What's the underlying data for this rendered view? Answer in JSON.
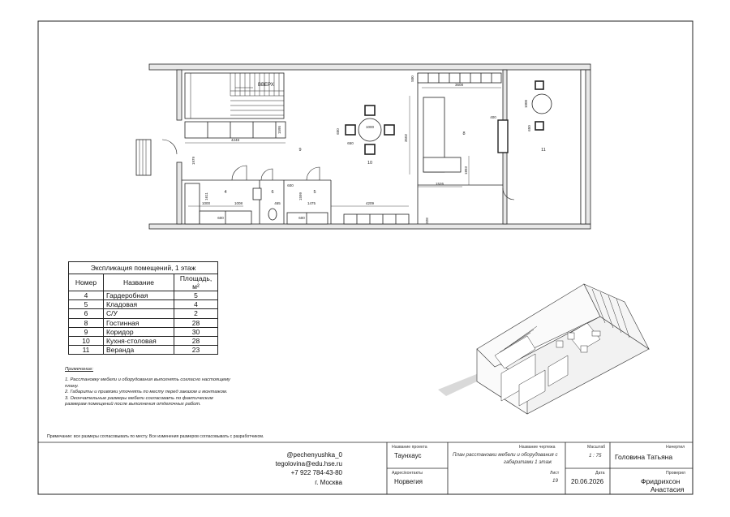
{
  "plan": {
    "labels": {
      "up": "ВВЕРХ",
      "room_numbers": [
        "9",
        "10",
        "8",
        "11",
        "4",
        "6",
        "5"
      ],
      "dims": [
        "4248",
        "4209",
        "3608",
        "3502",
        "1526",
        "1893",
        "400",
        "1000",
        "1979",
        "1611",
        "1000",
        "1008",
        "465",
        "1599",
        "1475",
        "600",
        "600",
        "600",
        "1595",
        "650",
        "650",
        "1000",
        "500",
        "328",
        "650"
      ]
    }
  },
  "explication": {
    "title": "Экспликация помещений, 1 этаж",
    "headers": [
      "Номер",
      "Название",
      "Площадь, м²"
    ],
    "rows": [
      {
        "num": "4",
        "name": "Гардеробная",
        "area": "5"
      },
      {
        "num": "5",
        "name": "Кладовая",
        "area": "4"
      },
      {
        "num": "6",
        "name": "С/У",
        "area": "2"
      },
      {
        "num": "8",
        "name": "Гостинная",
        "area": "28"
      },
      {
        "num": "9",
        "name": "Коридор",
        "area": "30"
      },
      {
        "num": "10",
        "name": "Кухня-столовая",
        "area": "28"
      },
      {
        "num": "11",
        "name": "Веранда",
        "area": "23"
      }
    ]
  },
  "notes": {
    "heading": "Примечание:",
    "items": [
      "1. Расстановку мебели и оборудования выполнять согласно настоящему плану.",
      "2. Габариты и привязки уточнять по месту перед заказом и монтажом.",
      "3. Окончательные размеры мебели согласовать по фактическим размерам помещений после выполнения отделочных работ."
    ]
  },
  "bottom_note": "Примечание: все размеры согласовывать по месту. Все изменения размеров согласовывать с разработчиком.",
  "titleblock": {
    "contacts": [
      "@pechenyushka_0",
      "tegolovina@edu.hse.ru",
      "+7 922 784-43-80",
      "г. Москва"
    ],
    "project_label": "Название проекта",
    "project_value": "Таунхаус",
    "address_label": "Адрес/контакты",
    "address_value": "Норвегия",
    "drawing_label": "Название чертежа",
    "drawing_value_1": "План расстановки мебели и оборудования с",
    "drawing_value_2": "габаритами 1 этаж",
    "scale_label": "Масштаб",
    "scale_value": "1 : 75",
    "sheet_label": "Лист",
    "sheet_value": "19",
    "date_label": "Дата",
    "date_value": "20.06.2026",
    "drawn_label": "Начертил",
    "drawn_value": "Головина Татьяна",
    "checked_label": "Проверил",
    "checked_value_1": "Фридрихсон",
    "checked_value_2": "Анастасия"
  },
  "colors": {
    "line": "#222222",
    "hatch": "#d9d9d9",
    "furniture": "#333333"
  }
}
